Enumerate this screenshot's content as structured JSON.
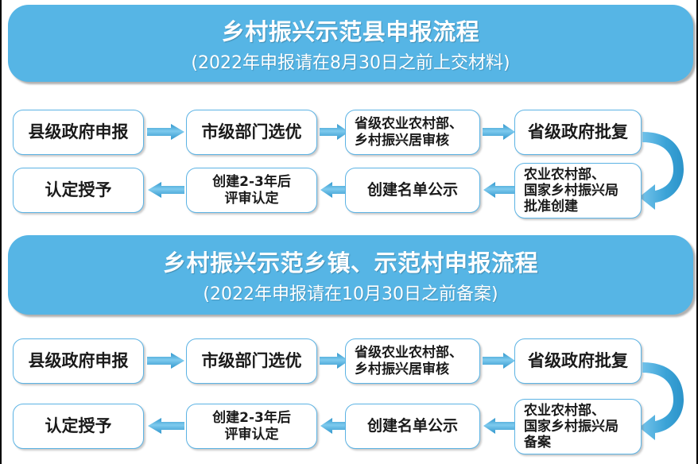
{
  "colors": {
    "banner_bg": "#56b5e5",
    "node_border": "#5cb3e4",
    "arrow_dark": "#2b93c9",
    "arrow_light": "#79c6ec",
    "node_text": "#1a1a1a",
    "banner_text": "#ffffff",
    "frame_border": "#000000"
  },
  "sections": [
    {
      "id": "county-flow",
      "banner": {
        "title": "乡村振兴示范县申报流程",
        "subtitle": "(2022年申报请在8月30日之前上交材料)"
      },
      "row1": [
        {
          "name": "county-government-application",
          "lines": [
            "县级政府申报"
          ]
        },
        {
          "name": "city-department-selection",
          "lines": [
            "市级部门选优"
          ]
        },
        {
          "name": "provincial-agriculture-review",
          "lines": [
            "省级农业农村部、",
            "乡村振兴居审核"
          ]
        },
        {
          "name": "provincial-government-approval",
          "lines": [
            "省级政府批复"
          ]
        }
      ],
      "row2": [
        {
          "name": "recognition-award",
          "lines": [
            "认定授予"
          ]
        },
        {
          "name": "review-after-2-3-years",
          "lines": [
            "创建2-3年后",
            "评审认定"
          ]
        },
        {
          "name": "creation-list-publicity",
          "lines": [
            "创建名单公示"
          ]
        },
        {
          "name": "ministry-approval-creation",
          "lines": [
            "农业农村部、",
            "国家乡村振兴局",
            "批准创建"
          ]
        }
      ]
    },
    {
      "id": "town-village-flow",
      "banner": {
        "title": "乡村振兴示范乡镇、示范村申报流程",
        "subtitle": "(2022年申报请在10月30日之前备案)"
      },
      "row1": [
        {
          "name": "county-government-application",
          "lines": [
            "县级政府申报"
          ]
        },
        {
          "name": "city-department-selection",
          "lines": [
            "市级部门选优"
          ]
        },
        {
          "name": "provincial-agriculture-review",
          "lines": [
            "省级农业农村部、",
            "乡村振兴居审核"
          ]
        },
        {
          "name": "provincial-government-approval",
          "lines": [
            "省级政府批复"
          ]
        }
      ],
      "row2": [
        {
          "name": "recognition-award",
          "lines": [
            "认定授予"
          ]
        },
        {
          "name": "review-after-2-3-years",
          "lines": [
            "创建2-3年后",
            "评审认定"
          ]
        },
        {
          "name": "creation-list-publicity",
          "lines": [
            "创建名单公示"
          ]
        },
        {
          "name": "ministry-record-filing",
          "lines": [
            "农业农村部、",
            "国家乡村振兴局",
            "备案"
          ]
        }
      ]
    }
  ],
  "connectors": {
    "right_arrow_icon": "arrow-right-icon",
    "left_arrow_icon": "arrow-left-icon",
    "loop_arrow_icon": "curved-loop-arrow-icon"
  }
}
